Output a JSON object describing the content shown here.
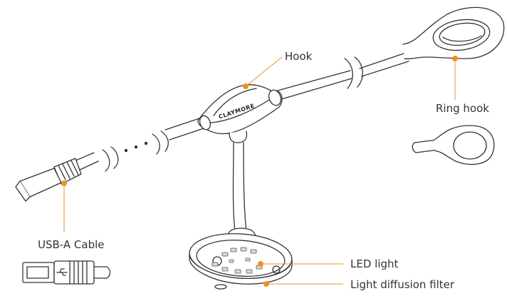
{
  "diagram": {
    "labels": {
      "hook": "Hook",
      "ring_hook": "Ring hook",
      "usb_cable": "USB-A Cable",
      "led_light": "LED light",
      "diffusion_filter": "Light diffusion filter"
    },
    "logo_text": "CLAYMORE",
    "continuation_marker": "• • •",
    "colors": {
      "callout": "#f0901e",
      "outline": "#333333",
      "fill": "#ffffff",
      "led": "#cfcfcf"
    }
  }
}
